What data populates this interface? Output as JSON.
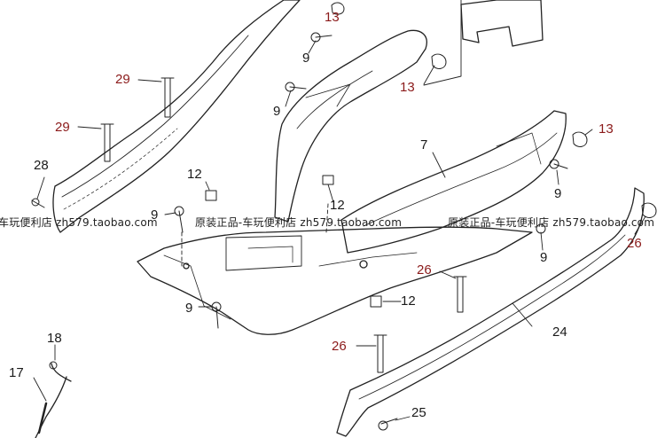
{
  "callouts": [
    {
      "id": "c13a",
      "text": "13",
      "accent": true
    },
    {
      "id": "c9a",
      "text": "9",
      "accent": false
    },
    {
      "id": "c29a",
      "text": "29",
      "accent": true
    },
    {
      "id": "c13b",
      "text": "13",
      "accent": true
    },
    {
      "id": "c9b",
      "text": "9",
      "accent": false
    },
    {
      "id": "c29b",
      "text": "29",
      "accent": true
    },
    {
      "id": "c13c",
      "text": "13",
      "accent": true
    },
    {
      "id": "c7",
      "text": "7",
      "accent": false
    },
    {
      "id": "c28",
      "text": "28",
      "accent": false
    },
    {
      "id": "c12a",
      "text": "12",
      "accent": false
    },
    {
      "id": "c12b",
      "text": "12",
      "accent": false
    },
    {
      "id": "c9c",
      "text": "9",
      "accent": false
    },
    {
      "id": "c9d",
      "text": "9",
      "accent": false
    },
    {
      "id": "c26a",
      "text": "26",
      "accent": true
    },
    {
      "id": "c9e",
      "text": "9",
      "accent": false
    },
    {
      "id": "c26b",
      "text": "26",
      "accent": true
    },
    {
      "id": "c12c",
      "text": "12",
      "accent": false
    },
    {
      "id": "c9f",
      "text": "9",
      "accent": false
    },
    {
      "id": "c24",
      "text": "24",
      "accent": false
    },
    {
      "id": "c18",
      "text": "18",
      "accent": false
    },
    {
      "id": "c17",
      "text": "17",
      "accent": false
    },
    {
      "id": "c26c",
      "text": "26",
      "accent": true
    },
    {
      "id": "c25",
      "text": "25",
      "accent": false
    }
  ],
  "watermark": [
    {
      "id": "wm1",
      "text": "车玩便利店 zh579.taobao.com"
    },
    {
      "id": "wm2",
      "text": "原装正品-车玩便利店 zh579.taobao.com"
    },
    {
      "id": "wm3",
      "text": "原装正品-车玩便利店 zh579.taobao.com"
    }
  ],
  "colors": {
    "accent": "#8b1a1a",
    "ink": "#1a1a1a",
    "background": "#ffffff"
  }
}
